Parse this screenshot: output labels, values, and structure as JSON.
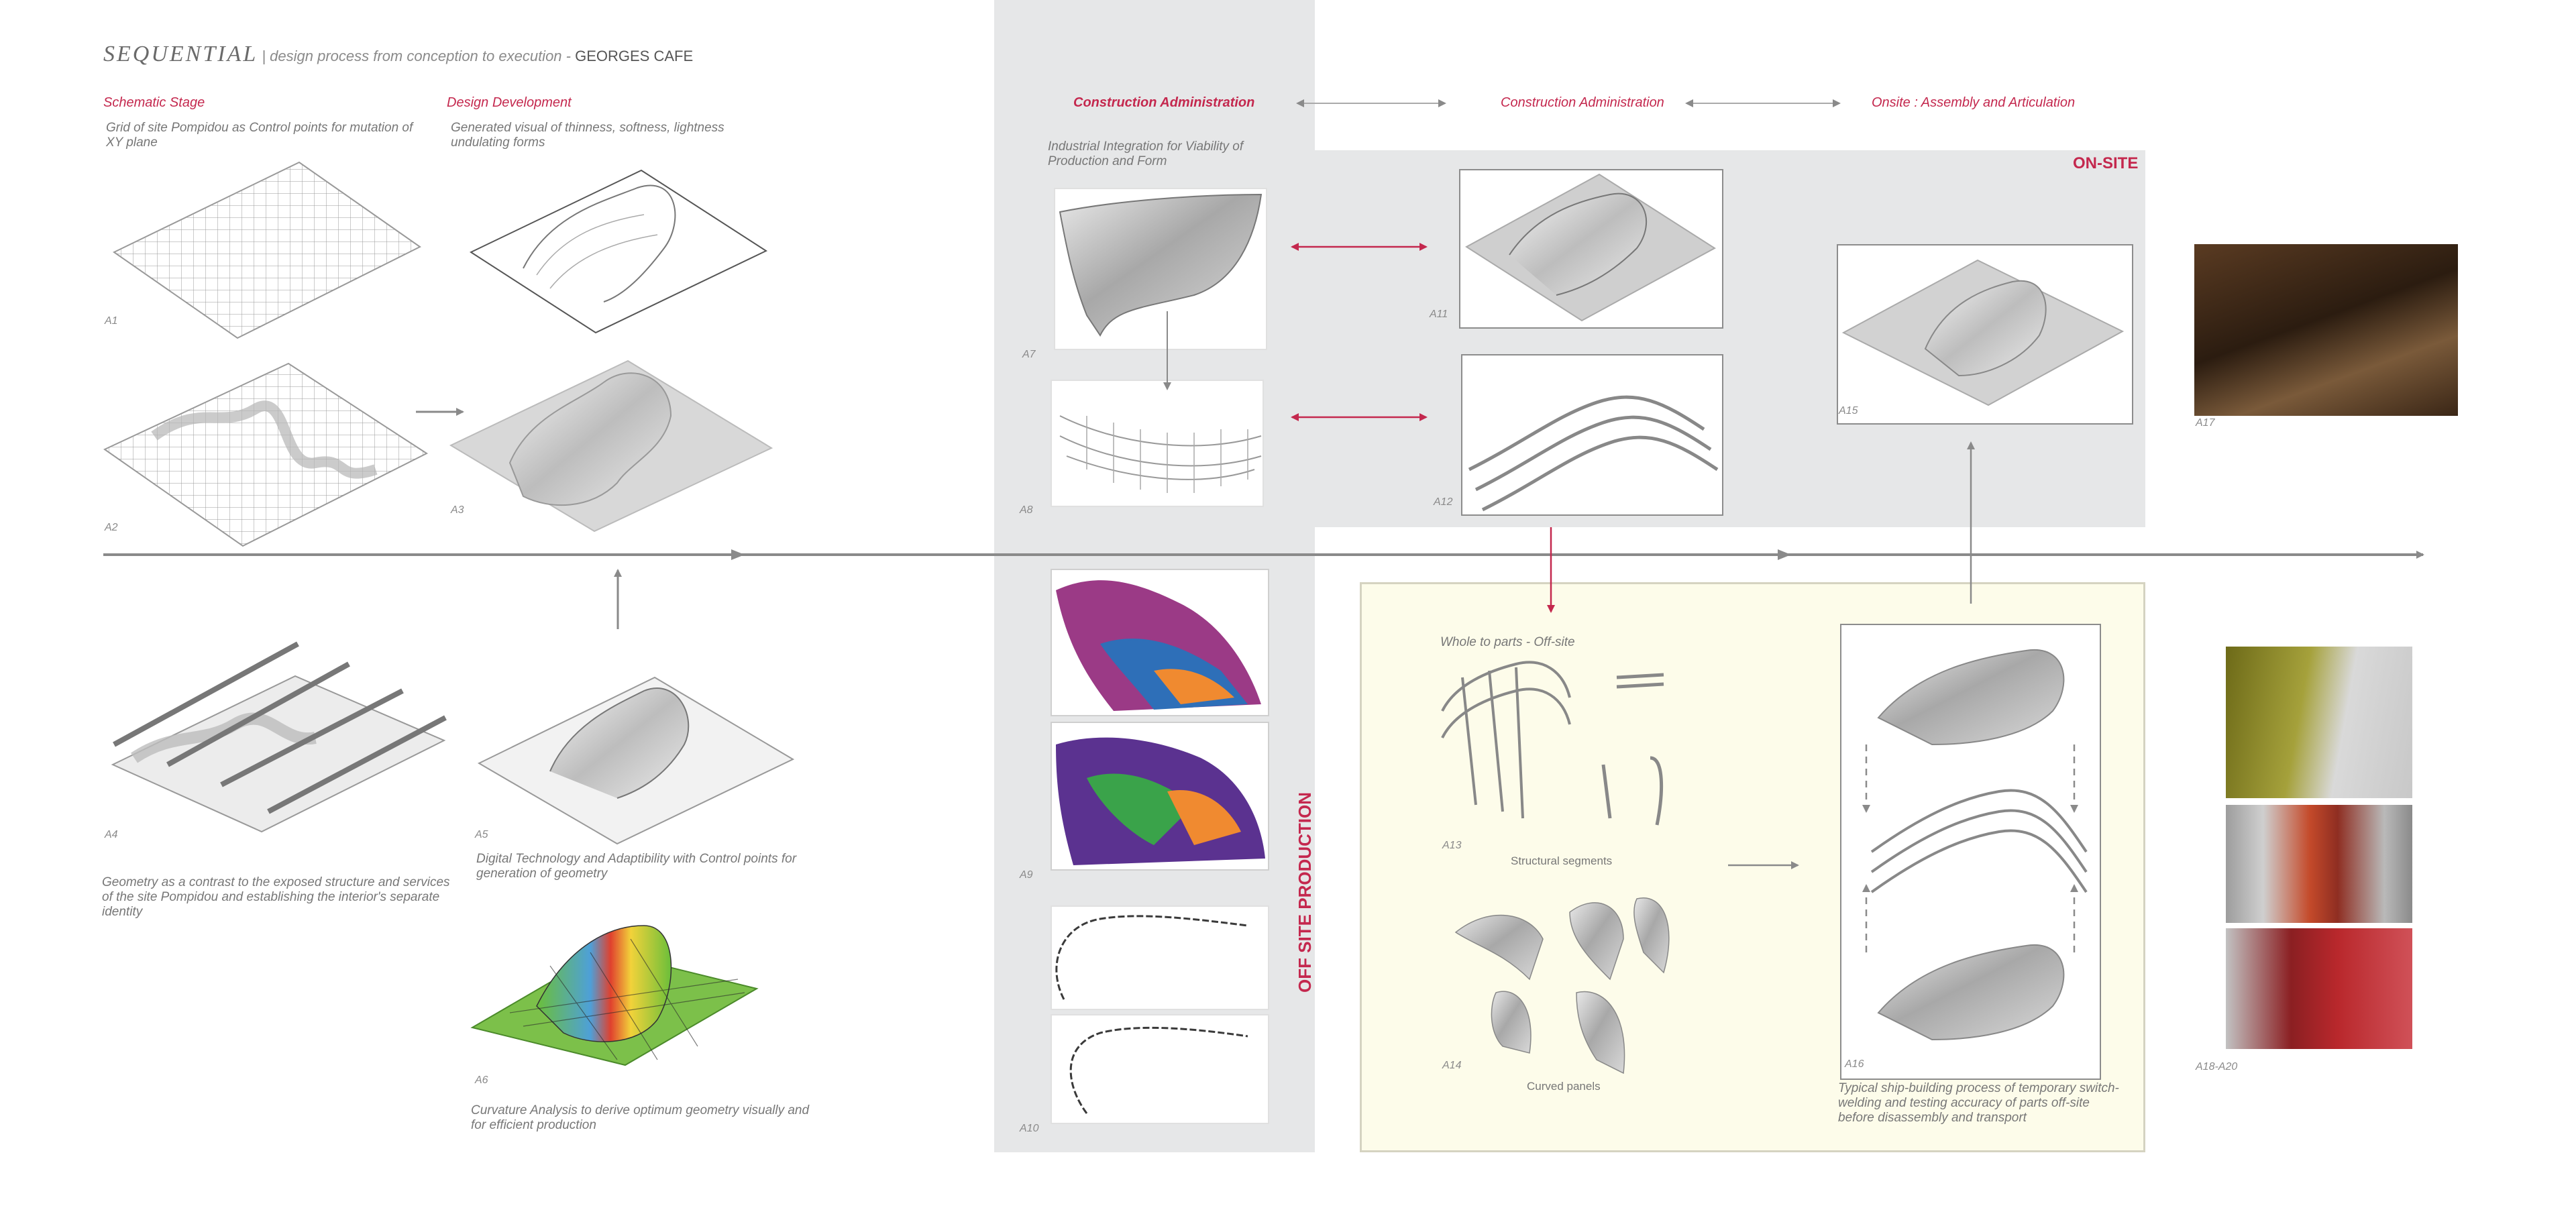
{
  "header": {
    "title_main": "SEQUENTIAL",
    "title_sep": " | design process from conception to execution - ",
    "title_project": "GEORGES CAFE"
  },
  "stages": {
    "schematic": "Schematic Stage",
    "design_development": "Design Development",
    "construction_admin_1": "Construction Administration",
    "construction_admin_2": "Construction Administration",
    "onsite_assembly": "Onsite : Assembly and Articulation"
  },
  "descriptions": {
    "schematic": "Grid of site Pompidou as Control points for mutation of XY plane",
    "design_development": "Generated visual of thinness, softness,  lightness undulating forms",
    "industrial": "Industrial Integration for Viability of Production and Form",
    "geometry": "Geometry as a contrast to the exposed structure and services of the site Pompidou and establishing the interior's   separate identity",
    "digital": "Digital Technology and Adaptibility with Control points for generation of geometry",
    "curvature": "Curvature Analysis to derive optimum geometry visually and for efficient production",
    "whole_to_parts": "Whole to parts - Off-site",
    "structural_segments": "Structural segments",
    "curved_panels": "Curved panels",
    "shipbuilding": "Typical ship-building process of temporary switch-welding and testing accuracy of parts off-site before disassembly and transport"
  },
  "zones": {
    "onsite": "ON-SITE",
    "offsite": "OFF SITE PRODUCTION"
  },
  "figure_labels": {
    "a1": "A1",
    "a2": "A2",
    "a3": "A3",
    "a4": "A4",
    "a5": "A5",
    "a6": "A6",
    "a7": "A7",
    "a8": "A8",
    "a9": "A9",
    "a10": "A10",
    "a11": "A11",
    "a12": "A12",
    "a13": "A13",
    "a14": "A14",
    "a15": "A15",
    "a16": "A16",
    "a17": "A17",
    "a18_a20": "A18-A20"
  },
  "colors": {
    "accent": "#c4284e",
    "panel_gray": "#e6e7e8",
    "offsite_bg": "#fdfcea",
    "timeline": "#8a8a8a"
  }
}
